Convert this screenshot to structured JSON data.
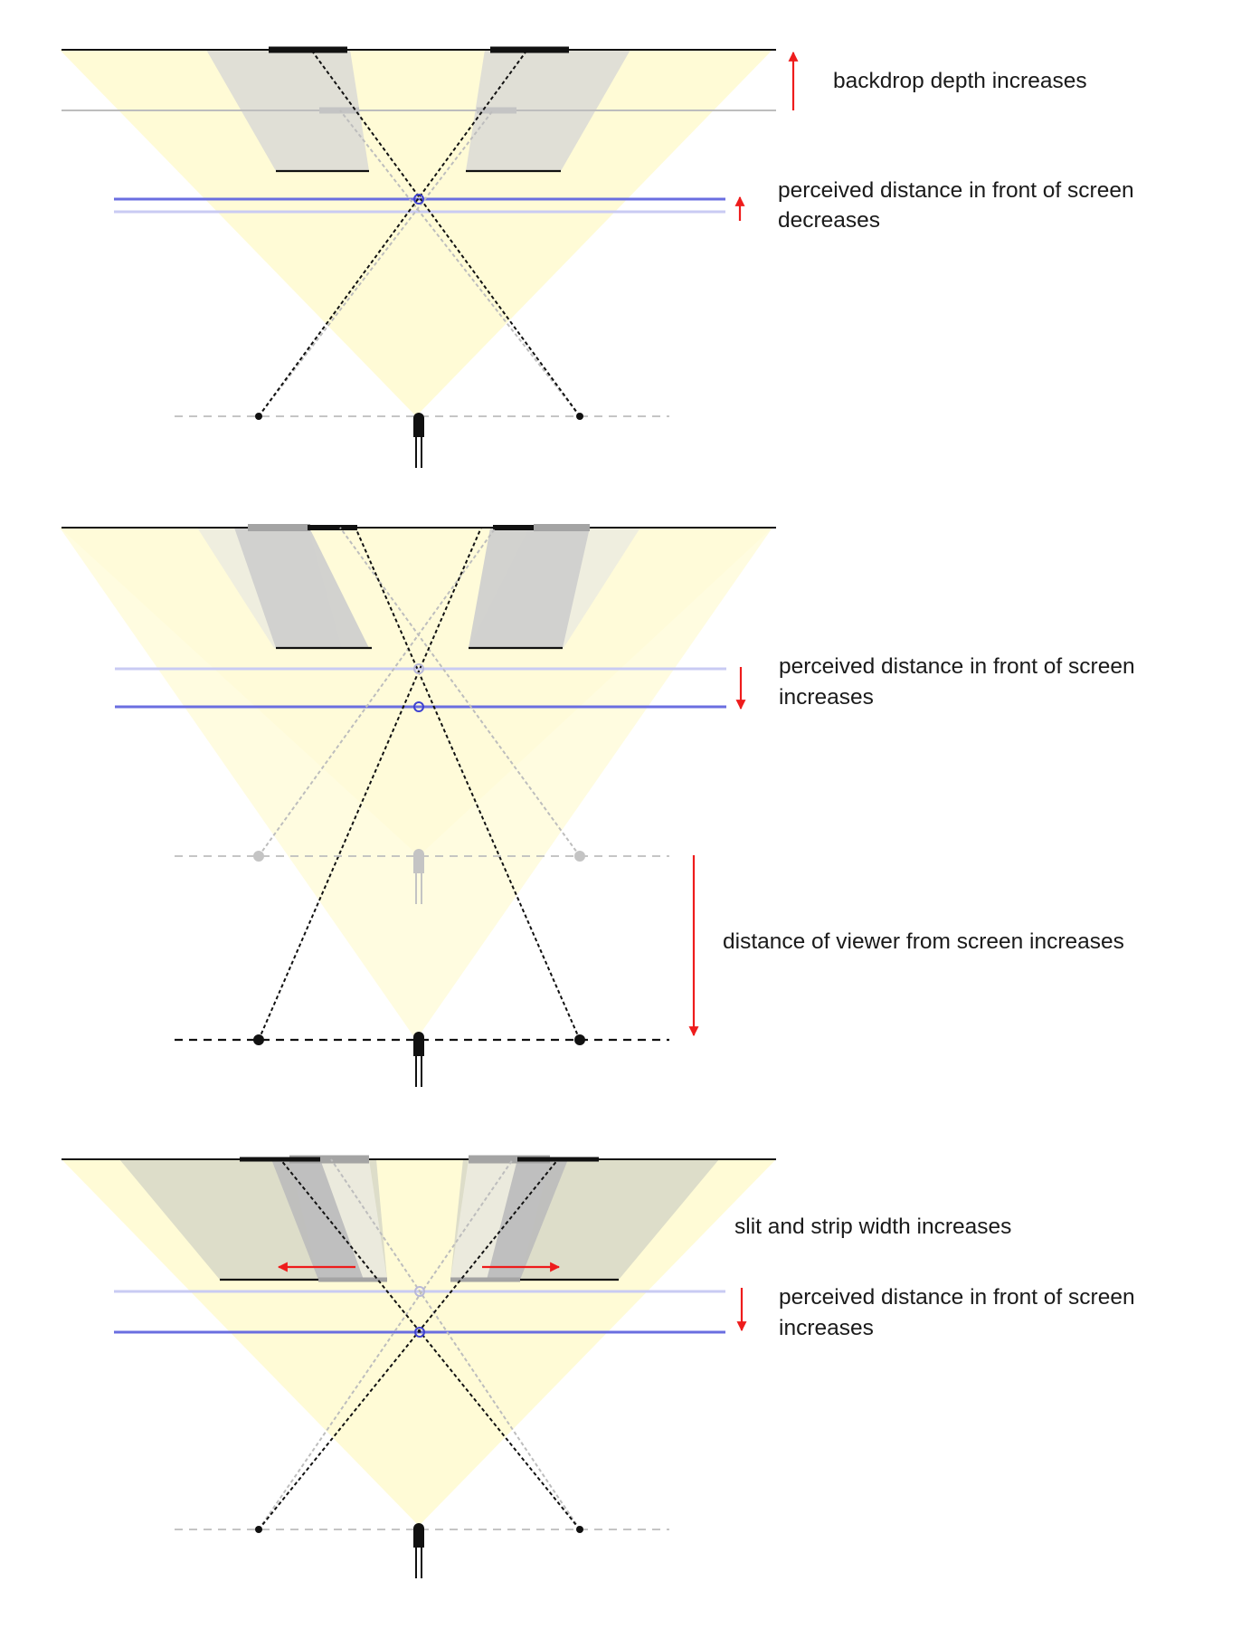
{
  "panels": [
    {
      "id": "backdrop-depth",
      "annotations": [
        "backdrop depth increases",
        "perceived distance in front of screen",
        "decreases"
      ]
    },
    {
      "id": "viewer-distance",
      "annotations": [
        "perceived distance in front of screen",
        "increases",
        "distance of viewer from screen increases"
      ]
    },
    {
      "id": "slit-width",
      "annotations": [
        "slit and strip width increases",
        "perceived distance in front of screen",
        "increases"
      ]
    }
  ],
  "colors": {
    "light_cone": "#fffbd6",
    "shadow": "#c9c9c9",
    "percept_plane": "#6a6ee0",
    "percept_plane_faded": "#c9cbf3",
    "arrow": "#ee1c1c",
    "line": "#111111",
    "faded": "#b8b8b8"
  }
}
